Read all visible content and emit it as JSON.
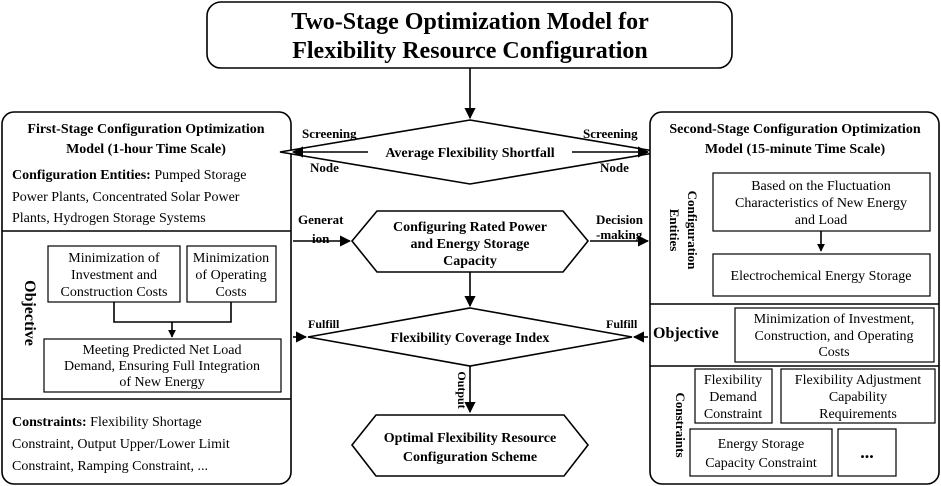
{
  "title": {
    "line1": "Two-Stage Optimization Model for",
    "line2": "Flexibility Resource Configuration"
  },
  "left": {
    "heading1": "First-Stage Configuration Optimization",
    "heading2": "Model (1-hour Time Scale)",
    "entities_label": "Configuration Entities:",
    "entities1": " Pumped Storage",
    "entities2": "Power Plants, Concentrated Solar Power",
    "entities3": "Plants, Hydrogen Storage Systems",
    "objective": "Objective",
    "obj_a": [
      "Minimization of",
      "Investment and",
      "Construction Costs"
    ],
    "obj_b": [
      "Minimization",
      "of Operating",
      "Costs"
    ],
    "obj_c": [
      "Meeting Predicted Net Load",
      "Demand, Ensuring Full Integration",
      "of New Energy"
    ],
    "constraints_label": "Constraints:",
    "constraints1": " Flexibility Shortage",
    "constraints2": "Constraint, Output Upper/Lower Limit",
    "constraints3": "Constraint, Ramping Constraint, ..."
  },
  "center": {
    "shortfall": "Average Flexibility Shortfall",
    "configure": [
      "Configuring Rated Power",
      "and Energy Storage",
      "Capacity"
    ],
    "coverage": "Flexibility Coverage Index",
    "scheme": [
      "Optimal Flexibility Resource",
      "Configuration Scheme"
    ]
  },
  "labels": {
    "screening_left": "Screening",
    "node_left": "Node",
    "screening_right": "Screening",
    "node_right": "Node",
    "generation1": "Generat",
    "generation2": "ion",
    "decision1": "Decision",
    "decision2": "-making",
    "fulfill_left": "Fulfill",
    "fulfill_right": "Fulfill",
    "output": "Output"
  },
  "right": {
    "heading1": "Second-Stage Configuration Optimization",
    "heading2": "Model (15-minute Time Scale)",
    "entities_vertical": [
      "Configuration",
      "Entities"
    ],
    "fluct": [
      "Based on the Fluctuation",
      "Characteristics of New Energy",
      "and Load"
    ],
    "electro": "Electrochemical Energy Storage",
    "objective": "Objective",
    "obj_text": [
      "Minimization of Investment,",
      "Construction, and Operating",
      "Costs"
    ],
    "constraints_vertical": "Constraints",
    "c1": [
      "Flexibility",
      "Demand",
      "Constraint"
    ],
    "c2": [
      "Flexibility Adjustment",
      "Capability",
      "Requirements"
    ],
    "c3": [
      "Energy Storage",
      "Capacity Constraint"
    ],
    "c4": "..."
  }
}
